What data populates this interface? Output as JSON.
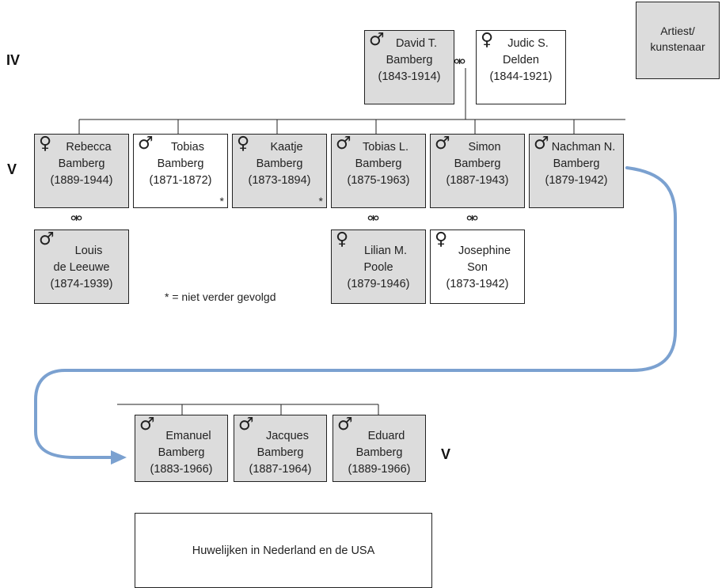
{
  "generation_labels": {
    "g4": "IV",
    "g5_top": "V",
    "g5_bottom": "V"
  },
  "legend": {
    "line1": "Artiest/",
    "line2": "kunstenaar"
  },
  "marriage_symbol": "⚮",
  "note": "* = niet verder gevolgd",
  "footer_box": "Huwelijken in Nederland en de USA",
  "colors": {
    "artist_fill": "#dcdcdc",
    "line": "#222222",
    "arrow": "#7ba1d0"
  },
  "persons": {
    "david": {
      "symbol": "♂",
      "l1": "David T.",
      "l2": "Bamberg",
      "dates": "(1843-1914)",
      "star": ""
    },
    "judic": {
      "symbol": "♀",
      "l1": "Judic S.",
      "l2": "Delden",
      "dates": "(1844-1921)",
      "star": ""
    },
    "rebecca": {
      "symbol": "♀",
      "l1": "Rebecca",
      "l2": "Bamberg",
      "dates": "(1889-1944)",
      "star": ""
    },
    "tobias": {
      "symbol": "♂",
      "l1": "Tobias",
      "l2": "Bamberg",
      "dates": "(1871-1872)",
      "star": "*"
    },
    "kaatje": {
      "symbol": "♀",
      "l1": "Kaatje",
      "l2": "Bamberg",
      "dates": "(1873-1894)",
      "star": "*"
    },
    "tobiasl": {
      "symbol": "♂",
      "l1": "Tobias L.",
      "l2": "Bamberg",
      "dates": "(1875-1963)",
      "star": ""
    },
    "simon": {
      "symbol": "♂",
      "l1": "Simon",
      "l2": "Bamberg",
      "dates": "(1887-1943)",
      "star": ""
    },
    "nachman": {
      "symbol": "♂",
      "l1": "Nachman N.",
      "l2": "Bamberg",
      "dates": "(1879-1942)",
      "star": ""
    },
    "louis": {
      "symbol": "♂",
      "l1": "Louis",
      "l2": "de Leeuwe",
      "dates": "(1874-1939)",
      "star": ""
    },
    "lilian": {
      "symbol": "♀",
      "l1": "Lilian M.",
      "l2": "Poole",
      "dates": "(1879-1946)",
      "star": ""
    },
    "josephine": {
      "symbol": "♀",
      "l1": "Josephine",
      "l2": "Son",
      "dates": "(1873-1942)",
      "star": ""
    },
    "emanuel": {
      "symbol": "♂",
      "l1": "Emanuel",
      "l2": "Bamberg",
      "dates": "(1883-1966)",
      "star": ""
    },
    "jacques": {
      "symbol": "♂",
      "l1": "Jacques",
      "l2": "Bamberg",
      "dates": "(1887-1964)",
      "star": ""
    },
    "eduard": {
      "symbol": "♂",
      "l1": "Eduard",
      "l2": "Bamberg",
      "dates": "(1889-1966)",
      "star": ""
    }
  }
}
